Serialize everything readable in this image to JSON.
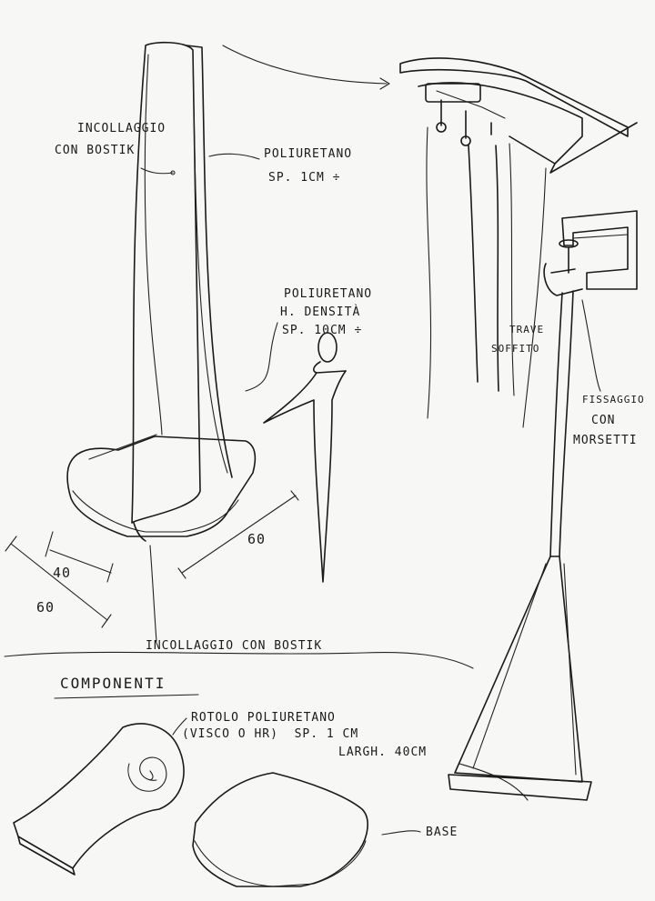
{
  "labels": {
    "incollaggio_top_1": "INCOLLAGGIO",
    "incollaggio_top_2": "CON BOSTIK",
    "poliuretano_1cm_1": "POLIURETANO",
    "poliuretano_1cm_2": "SP. 1CM ÷",
    "poliuretano_hd_1": "POLIURETANO",
    "poliuretano_hd_2": "H. DENSITÀ",
    "poliuretano_hd_3": "SP. 10CM ÷",
    "trave_1": "TRAVE",
    "trave_2": "SOFFITO",
    "fissaggio_1": "FISSAGGIO",
    "fissaggio_2": "CON",
    "fissaggio_3": "MORSETTI",
    "incollaggio_bottom": "INCOLLAGGIO CON BOSTIK",
    "componenti": "COMPONENTI",
    "rotolo_1": "ROTOLO POLIURETANO",
    "rotolo_2": "(VISCO O HR)  SP. 1 CM",
    "rotolo_3": "LARGH. 40CM",
    "base": "BASE"
  },
  "dimensions": {
    "dim_60_right": "60",
    "dim_40": "40",
    "dim_60_left": "60"
  },
  "colors": {
    "ink": "#1a1a1a",
    "paper": "#f7f7f5"
  }
}
